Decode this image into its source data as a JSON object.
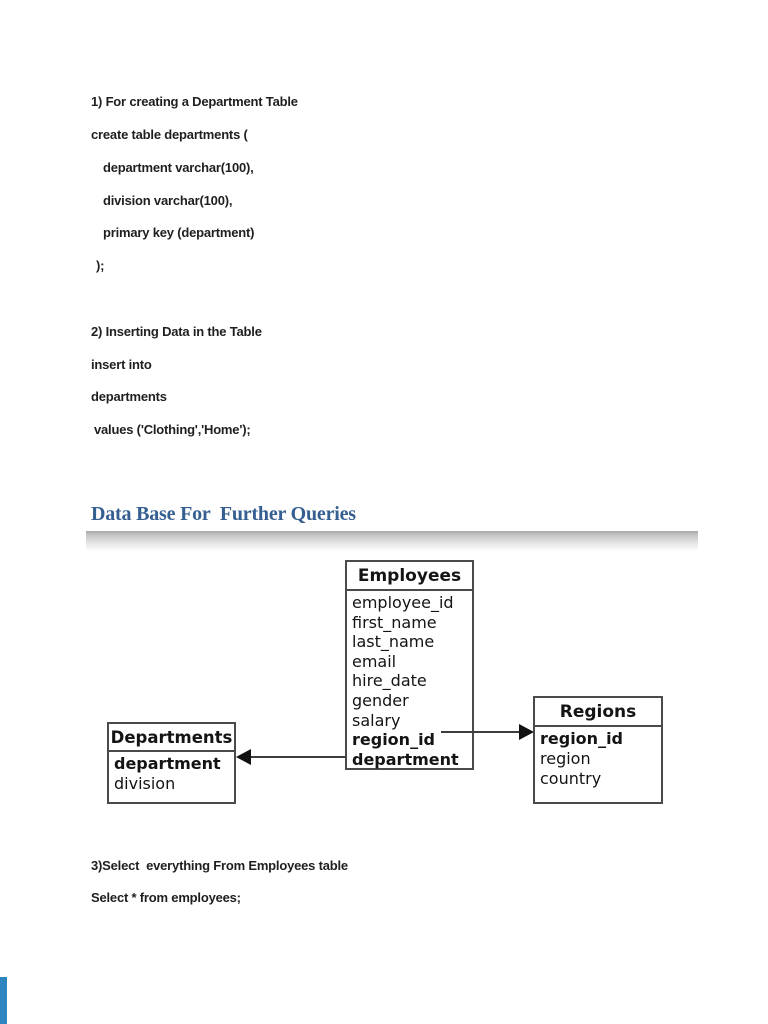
{
  "document": {
    "section1": {
      "line1": "1) For creating a Department Table",
      "line2": "create table departments (",
      "line3": "department varchar(100),",
      "line4": "division varchar(100),",
      "line5": "primary key (department)",
      "line6": ");"
    },
    "section2": {
      "line1": "2) Inserting Data in the Table",
      "line2": "insert into",
      "line3": "departments",
      "line4": "values ('Clothing','Home');"
    },
    "heading": "Data Base For  Further Queries",
    "section3": {
      "line1": "3)Select  everything From Employees table",
      "line2": "Select * from employees;"
    }
  },
  "diagram": {
    "employees": {
      "title": "Employees",
      "fields": {
        "f1": "employee_id",
        "f2": "first_name",
        "f3": "last_name",
        "f4": "email",
        "f5": "hire_date",
        "f6": "gender",
        "f7": "salary",
        "f8": "region_id",
        "f9": "department"
      },
      "key_fields": "region_id, department"
    },
    "departments": {
      "title": "Departments",
      "fields": {
        "f1": "department",
        "f2": "division"
      },
      "key_fields": "department"
    },
    "regions": {
      "title": "Regions",
      "fields": {
        "f1": "region_id",
        "f2": "region",
        "f3": "country"
      },
      "key_fields": "region_id"
    },
    "relations": {
      "r1": "Employees.region_id -> Regions.region_id",
      "r2": "Employees.department -> Departments.department"
    }
  },
  "colors": {
    "heading_blue": "#365f91",
    "entity_border": "#4a4a4a",
    "arrow": "#111111",
    "edge_accent_blue": "#2e86c1",
    "text": "#1f1f1f"
  }
}
